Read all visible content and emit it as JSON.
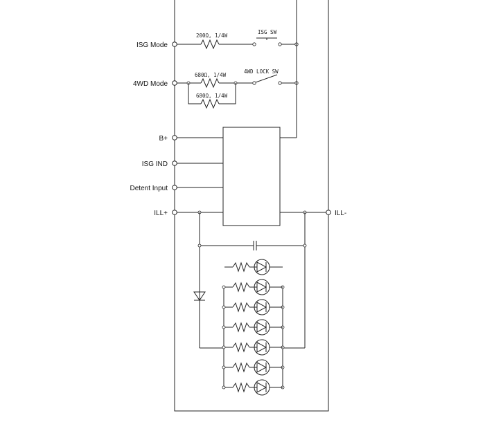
{
  "pins": {
    "isg_mode": "ISG Mode",
    "wd4_mode": "4WD Mode",
    "b_plus": "B+",
    "isg_ind": "ISG IND",
    "detent_input": "Detent Input",
    "ill_plus": "ILL+",
    "ill_minus": "ILL-"
  },
  "components": {
    "r1": "200Ω, 1/4W",
    "sw1": "ISG SW",
    "r2": "680Ω, 1/4W",
    "r3": "680Ω, 1/4W",
    "sw2": "4WD LOCK SW"
  },
  "led_rows": 7
}
